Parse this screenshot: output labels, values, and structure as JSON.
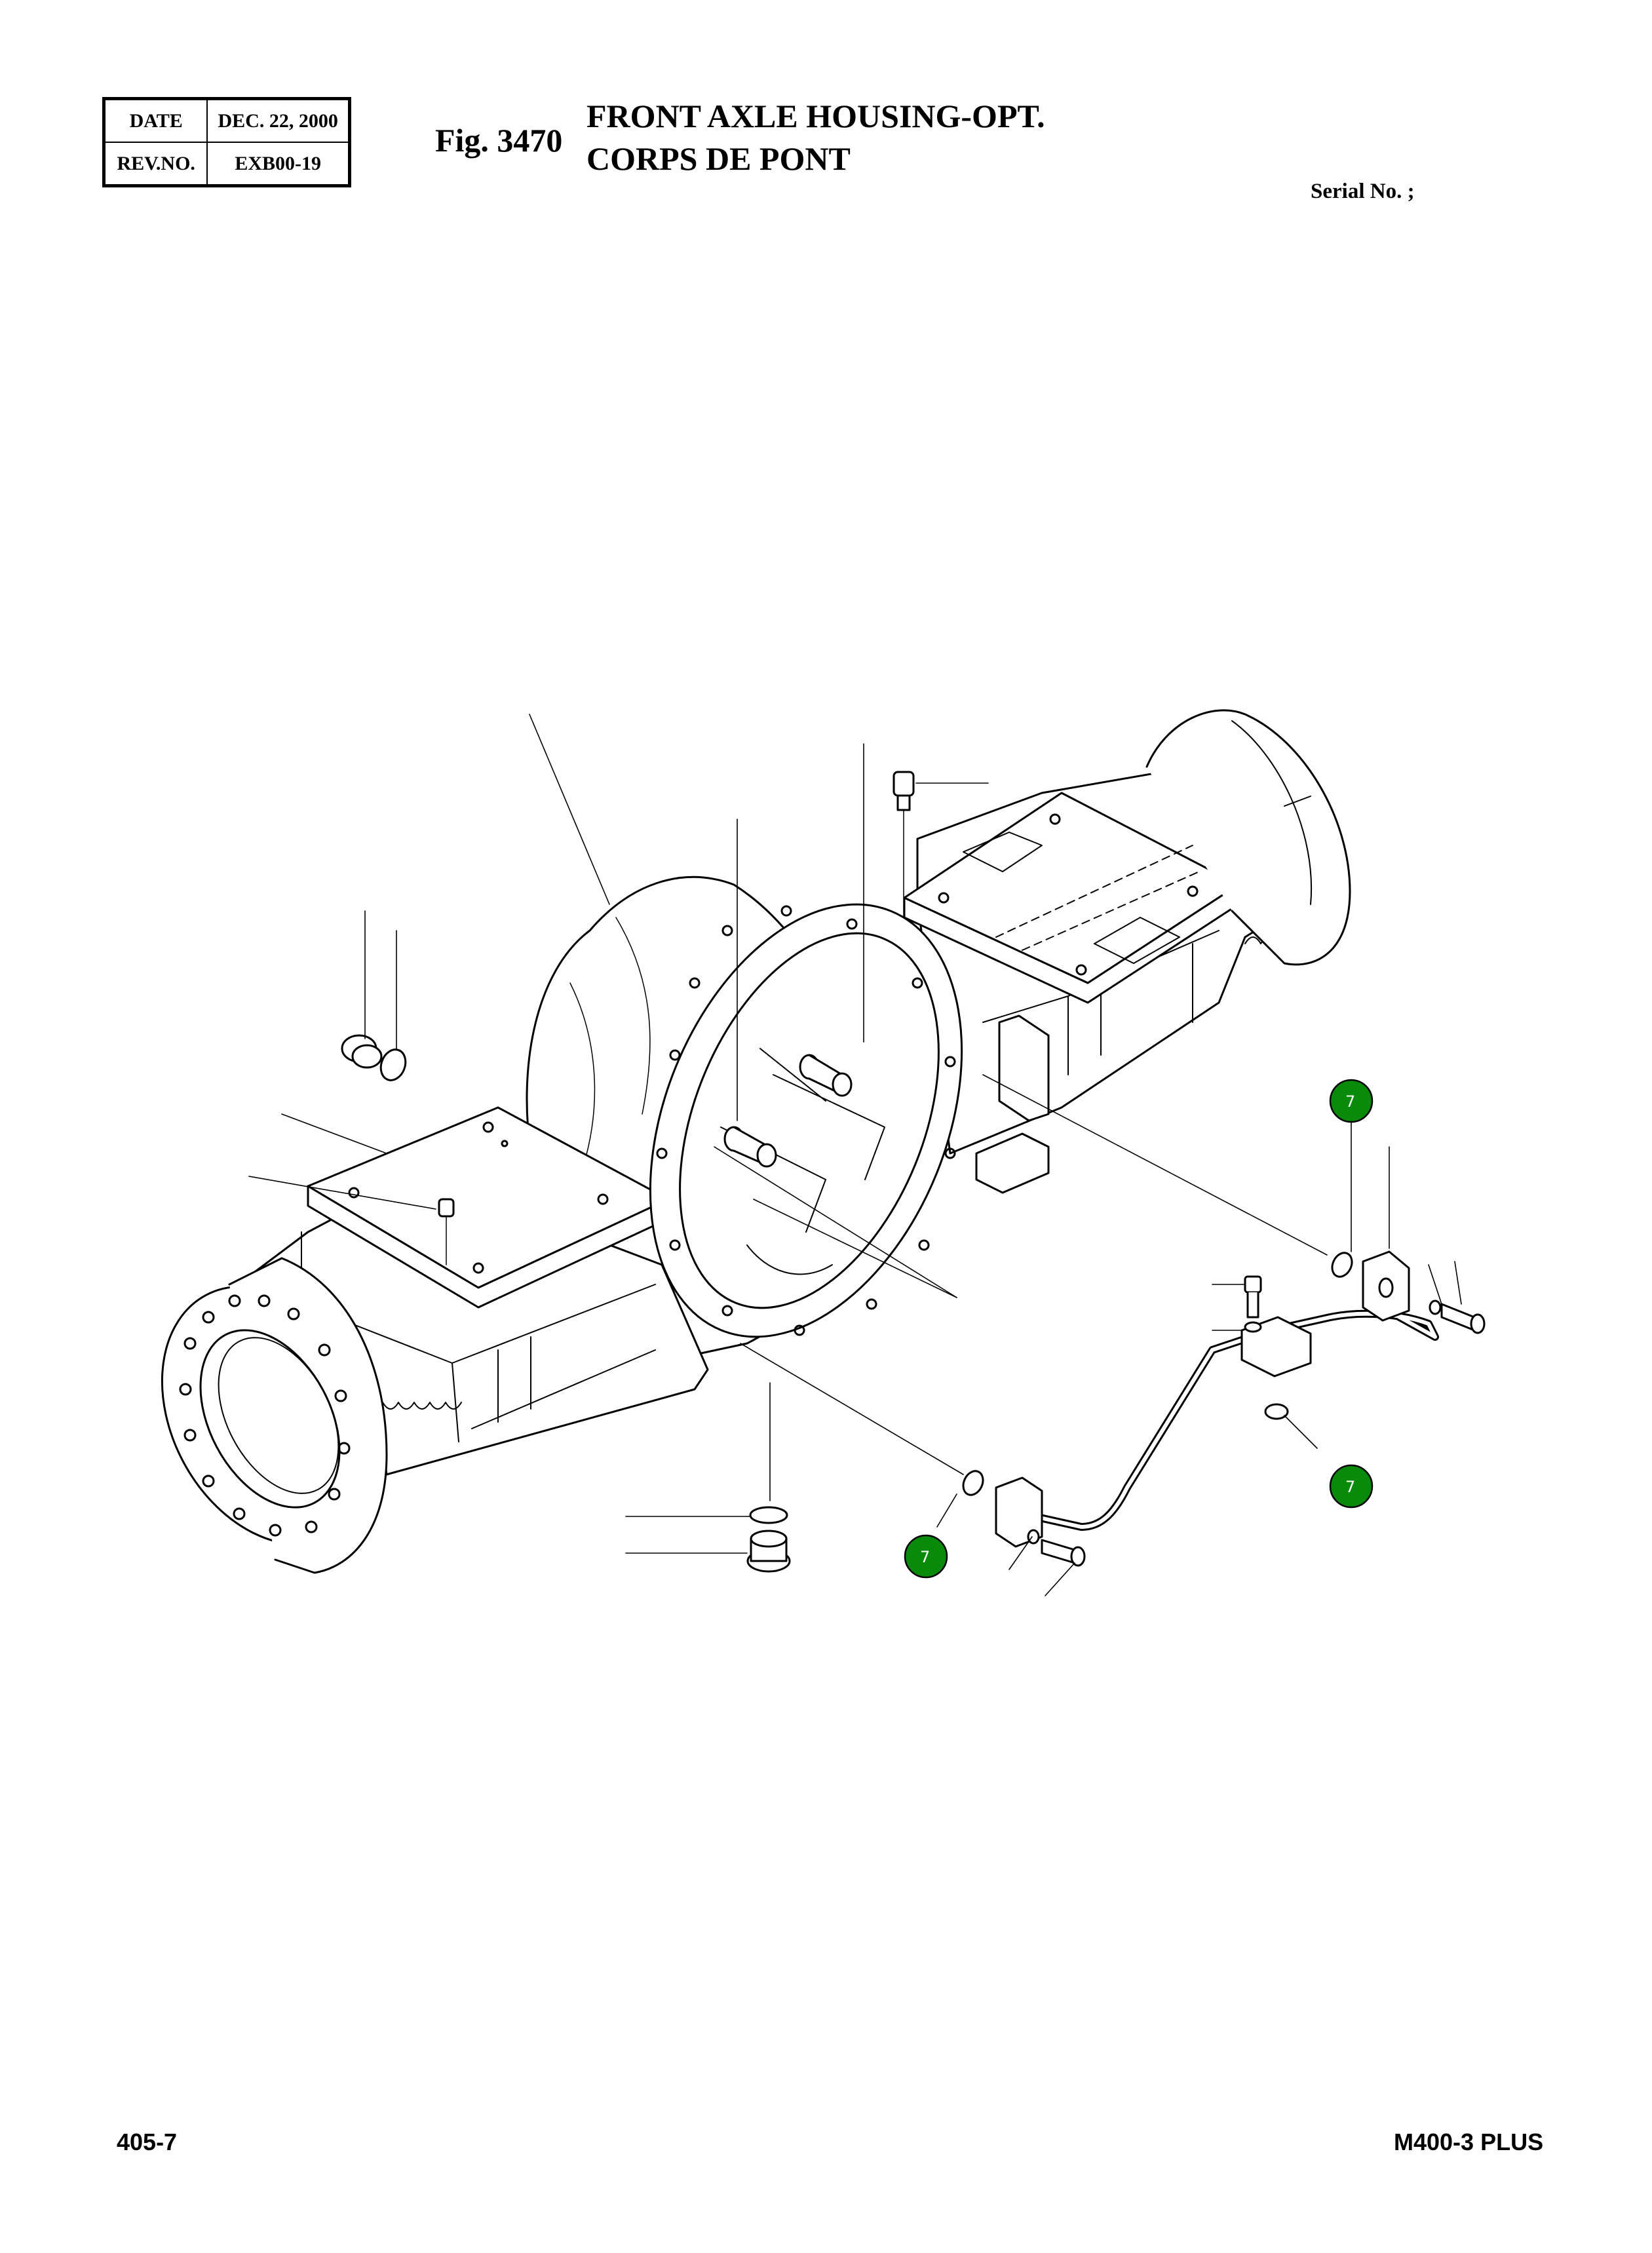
{
  "revision_box": {
    "date_label": "DATE",
    "date_value": "DEC. 22, 2000",
    "rev_label": "REV.NO.",
    "rev_value": "EXB00-19"
  },
  "header": {
    "fig_label": "Fig. 3470",
    "title_en": "FRONT AXLE HOUSING-OPT.",
    "title_fr": "CORPS DE PONT",
    "serial": "Serial No. ;"
  },
  "callouts": {
    "color": "#0a8a0a",
    "items": [
      "7",
      "7",
      "7"
    ]
  },
  "footer": {
    "page_number": "405-7",
    "model": "M400-3 PLUS"
  }
}
